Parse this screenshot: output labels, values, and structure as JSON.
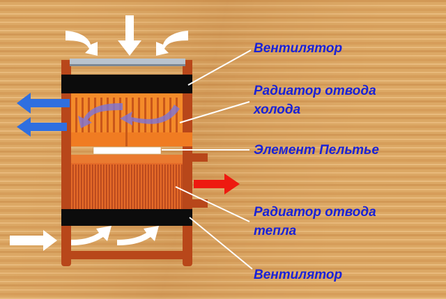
{
  "labels": {
    "fan_top": "Вентилятор",
    "cold_radiator_line1": "Радиатор отвода",
    "cold_radiator_line2": "холода",
    "peltier": "Элемент Пельтье",
    "hot_radiator_line1": "Радиатор отвода",
    "hot_radiator_line2": "тепла",
    "fan_bottom": "Вентилятор"
  },
  "colors": {
    "wood_light": "#e4b26e",
    "wood_dark": "#c98a46",
    "frame": "#b8471a",
    "fan": "#0c0c0c",
    "cold_radiator": "#f48b2a",
    "hot_radiator": "#e46a28",
    "peltier": "#ffffff",
    "cold_arrow": "#2f6fe0",
    "cold_flow": "#7d74d8",
    "hot_arrow": "#ee1a10",
    "air_arrow": "#ffffff",
    "label_text": "#1a22d6"
  }
}
